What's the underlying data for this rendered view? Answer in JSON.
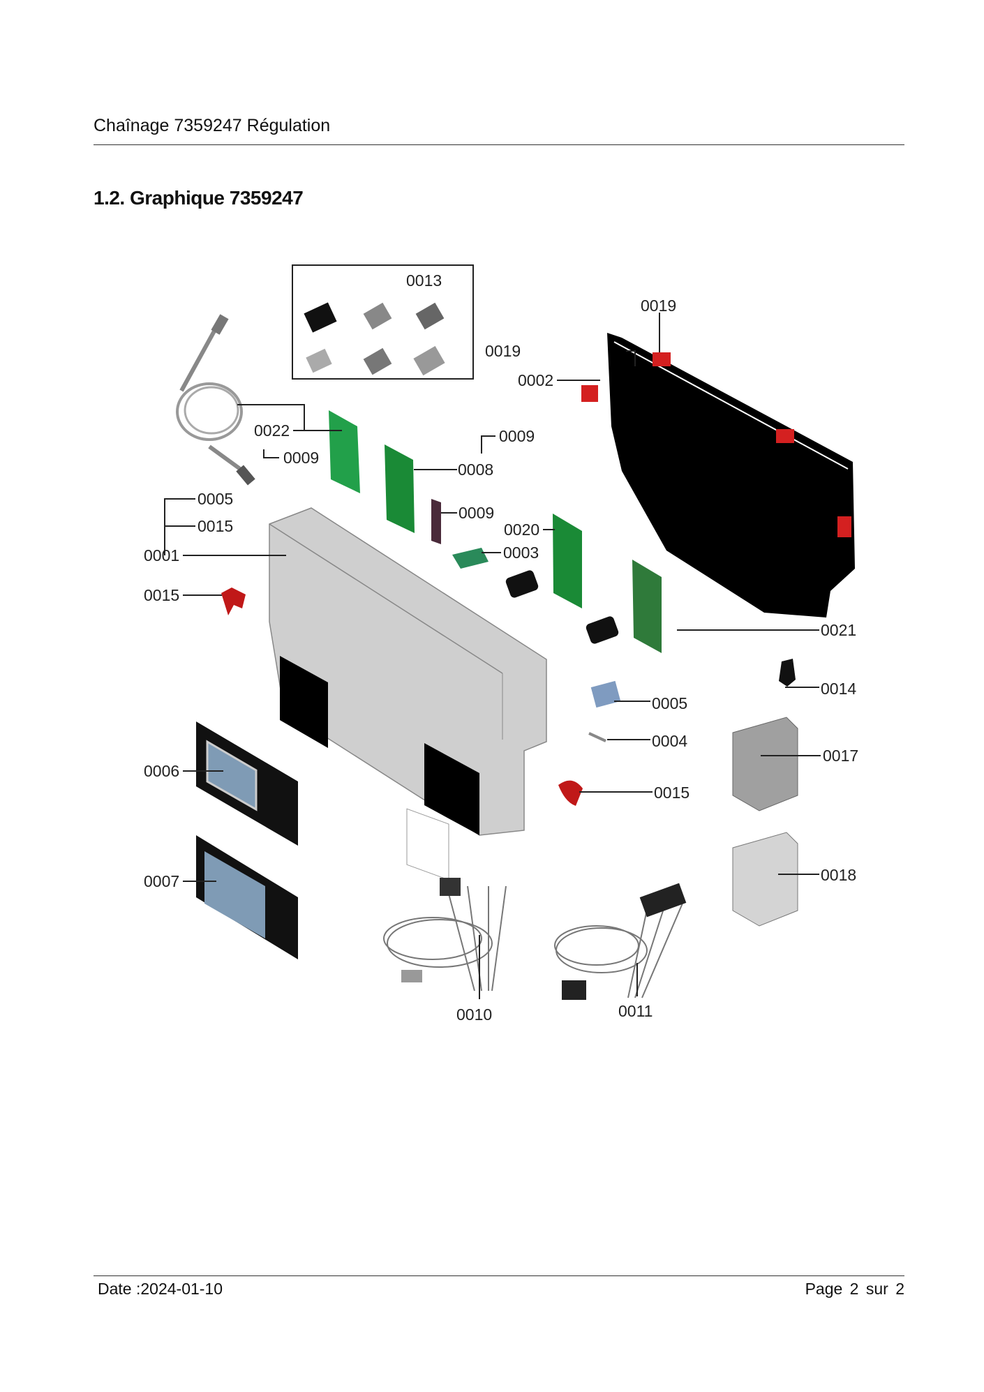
{
  "header": {
    "title": "Chaînage 7359247 Régulation"
  },
  "section": {
    "heading": "1.2. Graphique 7359247"
  },
  "callouts": [
    "0013",
    "0019",
    "0019",
    "0002",
    "0022",
    "0009",
    "0009",
    "0008",
    "0009",
    "0005",
    "0015",
    "0001",
    "0015",
    "0020",
    "0003",
    "0021",
    "0014",
    "0005",
    "0004",
    "0017",
    "0006",
    "0015",
    "0018",
    "0007",
    "0010",
    "0011"
  ],
  "footer": {
    "date": "Date :2024-01-10",
    "page": "Page 2 sur  2"
  },
  "colors": {
    "pcb": "#1f8a3a",
    "housing": "#c8c8c8",
    "panel": "#000000",
    "clip": "#cc1a1a",
    "screen": "#7f9bb5"
  }
}
